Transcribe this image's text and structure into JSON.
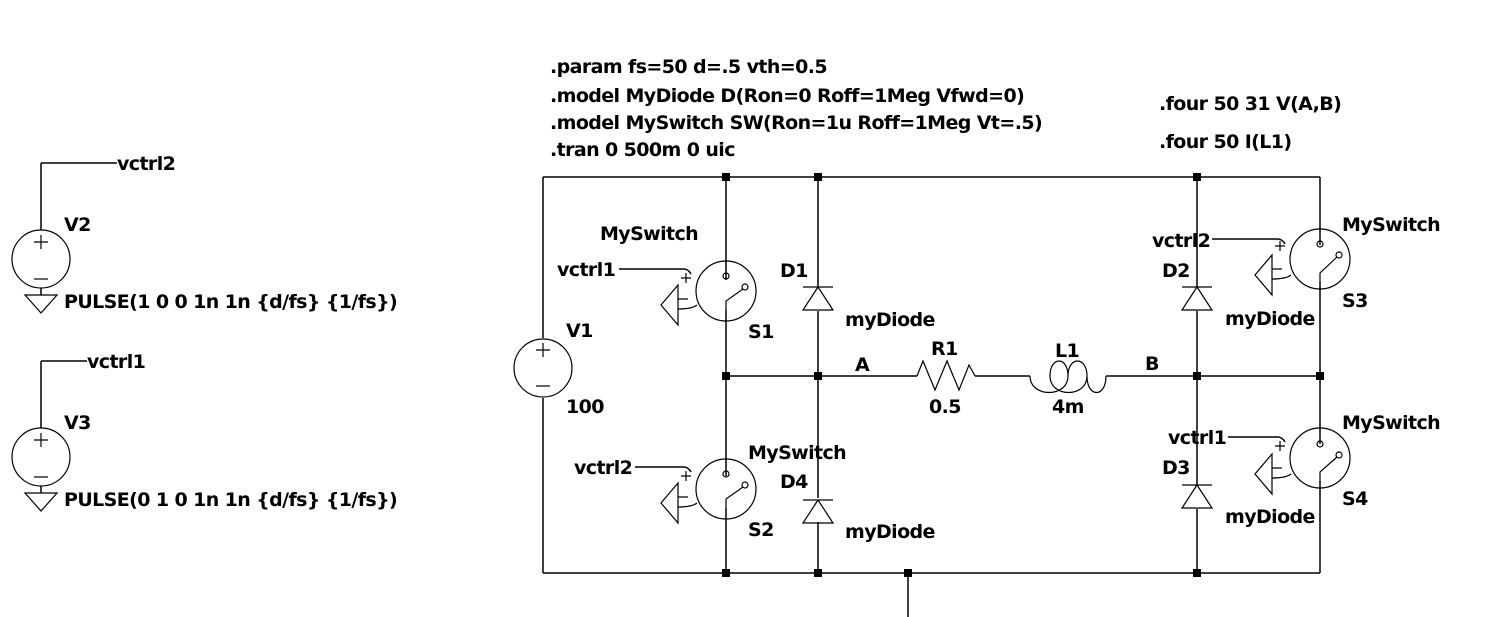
{
  "directives": {
    "param": ".param fs=50 d=.5 vth=0.5",
    "model_diode": ".model MyDiode D(Ron=0 Roff=1Meg Vfwd=0)",
    "model_switch": ".model MySwitch SW(Ron=1u Roff=1Meg Vt=.5)",
    "tran": ".tran 0 500m 0 uic",
    "four_v": ".four 50 31 V(A,B)",
    "four_i": ".four 50 I(L1)"
  },
  "sources": {
    "V1": {
      "name": "V1",
      "value": "100"
    },
    "V2": {
      "name": "V2",
      "net": "vctrl2",
      "value": "PULSE(1 0 0 1n 1n {d/fs} {1/fs})"
    },
    "V3": {
      "name": "V3",
      "net": "vctrl1",
      "value": "PULSE(0 1 0 1n 1n {d/fs} {1/fs})"
    }
  },
  "switches": {
    "S1": {
      "name": "S1",
      "model": "MySwitch",
      "ctrl": "vctrl1"
    },
    "S2": {
      "name": "S2",
      "model": "MySwitch",
      "ctrl": "vctrl2"
    },
    "S3": {
      "name": "S3",
      "model": "MySwitch",
      "ctrl": "vctrl2"
    },
    "S4": {
      "name": "S4",
      "model": "MySwitch",
      "ctrl": "vctrl1"
    }
  },
  "diodes": {
    "D1": {
      "name": "D1",
      "model": "myDiode"
    },
    "D2": {
      "name": "D2",
      "model": "myDiode"
    },
    "D3": {
      "name": "D3",
      "model": "myDiode"
    },
    "D4": {
      "name": "D4",
      "model": "myDiode"
    }
  },
  "R1": {
    "name": "R1",
    "value": "0.5"
  },
  "L1": {
    "name": "L1",
    "value": "4m"
  },
  "nets": {
    "A": "A",
    "B": "B"
  }
}
